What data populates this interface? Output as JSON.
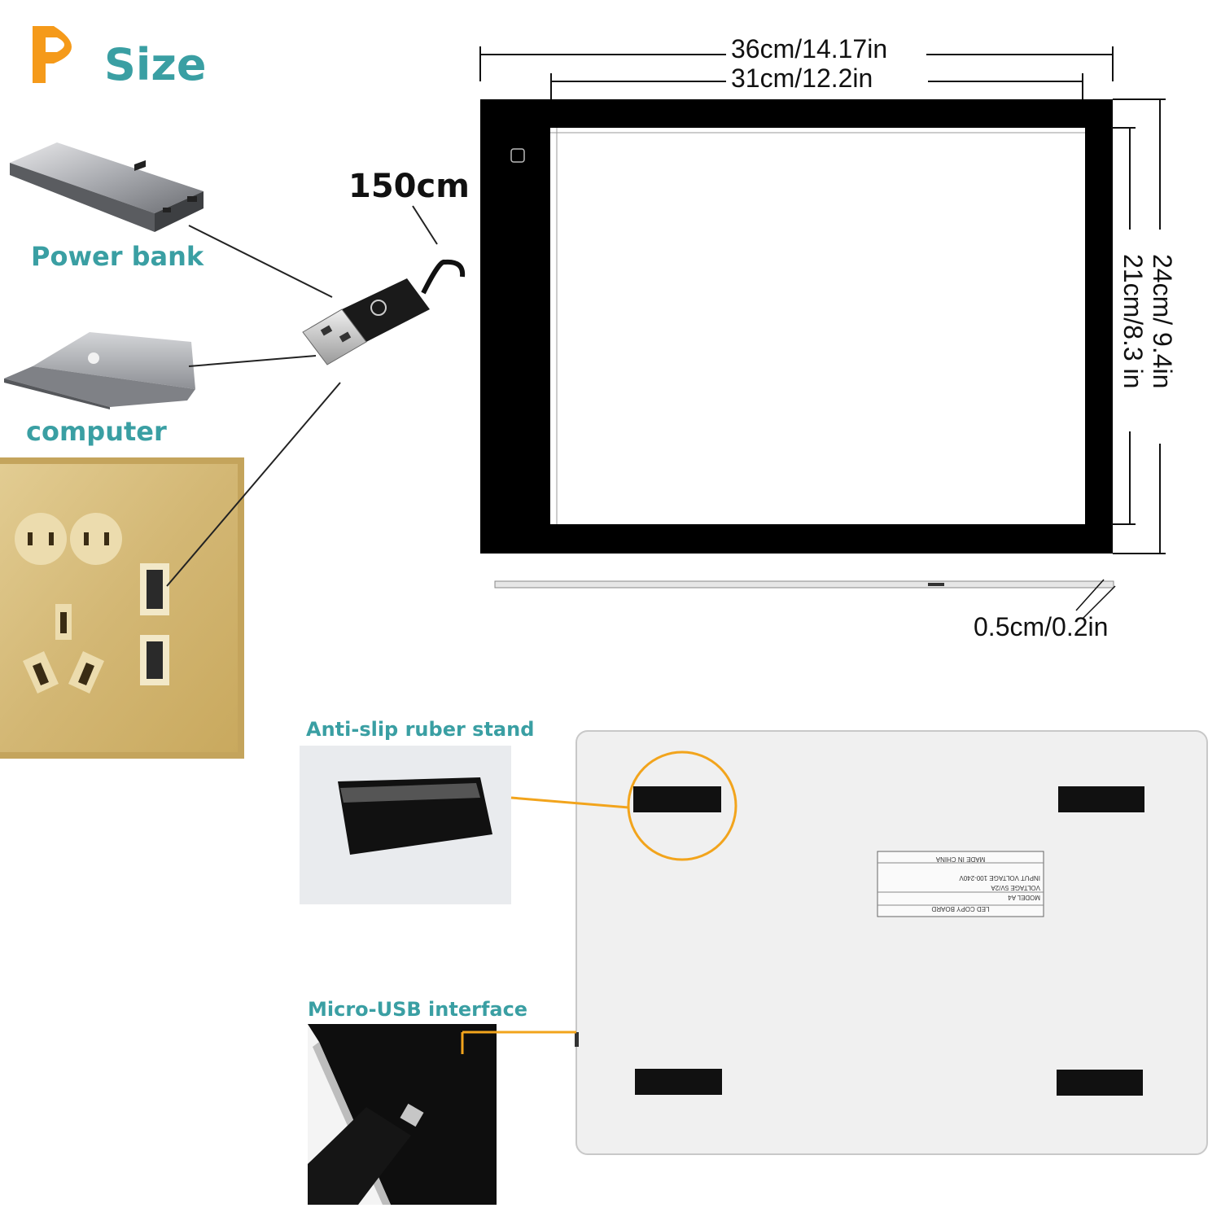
{
  "header": {
    "title": "Size",
    "logo_color": "#f59a1a",
    "title_color": "#3a9fa3"
  },
  "sources": {
    "power_bank": "Power bank",
    "computer": "computer"
  },
  "cable": {
    "length": "150cm"
  },
  "dimensions": {
    "outer_width": "36cm/14.17in",
    "inner_width": "31cm/12.2in",
    "outer_height": "24cm/ 9.4in",
    "inner_height": "21cm/8.3 in",
    "thickness": "0.5cm/0.2in"
  },
  "features": {
    "stand_label": "Anti-slip ruber stand",
    "usb_label": "Micro-USB interface",
    "accent_color": "#f2a41c"
  },
  "back_label": {
    "lines": [
      "LED COPY BOARD",
      "MODEL   A4",
      "VOLTAGE 5V/2A",
      "INPUT VOLTAGE 100-240V",
      "MADE IN CHINA"
    ]
  }
}
